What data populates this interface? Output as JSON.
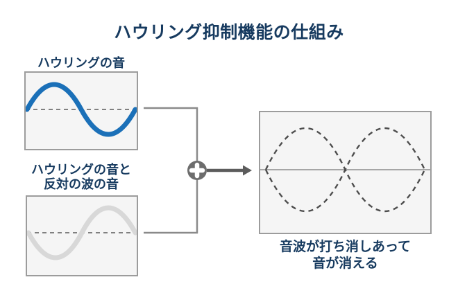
{
  "title": "ハウリング抑制機能の仕組み",
  "colors": {
    "page_bg": "#ffffff",
    "title_navy": "#163a5f",
    "wave_blue": "#1b70b8",
    "wave_gray": "#d8d8d8",
    "box_bg": "#f5f5f5",
    "box_border": "#9c9c9c",
    "baseline_gray": "#808080",
    "connector_gray": "#8a8a8a",
    "plus_circle_gray": "#6d6d6d",
    "arrow_gray": "#5c5c5c",
    "cancel_wave_gray": "#4d4d4d",
    "result_midline_gray": "#a6a6a6"
  },
  "panels": {
    "howling": {
      "label": "ハウリングの音",
      "wave_type": "sine",
      "wave_style": "solid-blue"
    },
    "inverse": {
      "label_line1": "ハウリングの音と",
      "label_line2": "反対の波の音",
      "wave_type": "inverted-sine",
      "wave_style": "solid-light-gray"
    },
    "result": {
      "caption_line1": "音波が打ち消しあって",
      "caption_line2": "音が消える",
      "wave_type": "two-opposing-dashed-sines",
      "wave_style": "dashed-dark-gray"
    }
  },
  "operator": {
    "symbol": "+",
    "meaning": "combine-signals"
  }
}
